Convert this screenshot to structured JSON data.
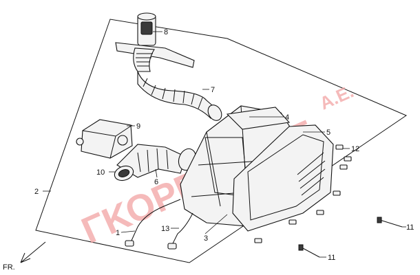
{
  "callouts": {
    "c1": "1",
    "c2": "2",
    "c3": "3",
    "c4": "4",
    "c5": "5",
    "c6": "6",
    "c7": "7",
    "c8": "8",
    "c9": "9",
    "c10": "10",
    "c11a": "11",
    "c11b": "11",
    "c12": "12",
    "c13": "13"
  },
  "watermark": {
    "main": "ΓΚΟΡΓΚΟΛΗΣ",
    "suffix": "Α.Ε."
  },
  "direction_label": "FR.",
  "colors": {
    "watermark": "#f2a3a3",
    "linework": "#111111"
  }
}
